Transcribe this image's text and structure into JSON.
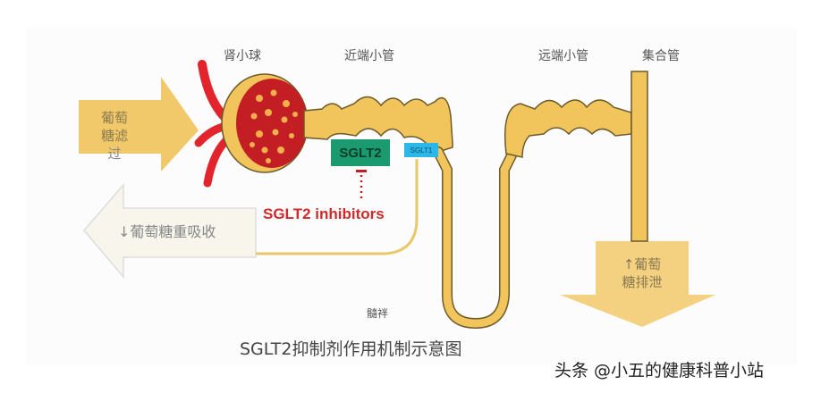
{
  "diagram": {
    "title": "SGLT2抑制剂作用机制示意图",
    "watermark": "头条 @小五的健康科普小站",
    "structures": {
      "glomerulus": "肾小球",
      "proximal_tubule": "近端小管",
      "distal_tubule": "远端小管",
      "collecting_duct": "集合管",
      "loop_of_henle": "髓袢"
    },
    "transporters": {
      "sglt2": "SGLT2",
      "sglt1": "SGLT1"
    },
    "drug_label": "SGLT2 inhibitors",
    "arrows": {
      "filtration_line1": "葡萄",
      "filtration_line2": "糖滤",
      "filtration_line3": "过",
      "reabsorption": "↓葡萄糖重吸收",
      "excretion_line1": "↑葡萄",
      "excretion_line2": "糖排泄"
    },
    "colors": {
      "tubule": "#f2c55c",
      "tubule_outline": "#6b5a2a",
      "arrow_filtration": "#f0c35a",
      "arrow_reabsorption": "#f7f5ec",
      "vessel": "#e2252d",
      "sglt2": "#1a9a6e",
      "sglt1": "#2bb7e8",
      "inhibitor": "#d02a2a"
    }
  }
}
